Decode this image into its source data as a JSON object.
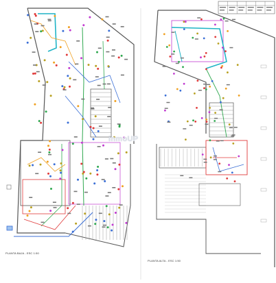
{
  "sheet": {
    "plan_ground_floor_caption": "PLANTA BAJA - ESC 1:50",
    "plan_upper_floor_caption": "PLANTA ALTA - ESC 1:50",
    "watermark": "inmoUP"
  },
  "colors": {
    "linework": "#555555",
    "data_cyan": "#1fb4c6",
    "power_green": "#2fa84f",
    "lighting_orange": "#f0a020",
    "circuit_blue": "#3b6fd6",
    "magenta": "#c03ad0",
    "red": "#e03a3a",
    "olive": "#b8a020"
  },
  "icons": [
    "outlet-symbol",
    "light-point-symbol",
    "data-point-symbol"
  ]
}
